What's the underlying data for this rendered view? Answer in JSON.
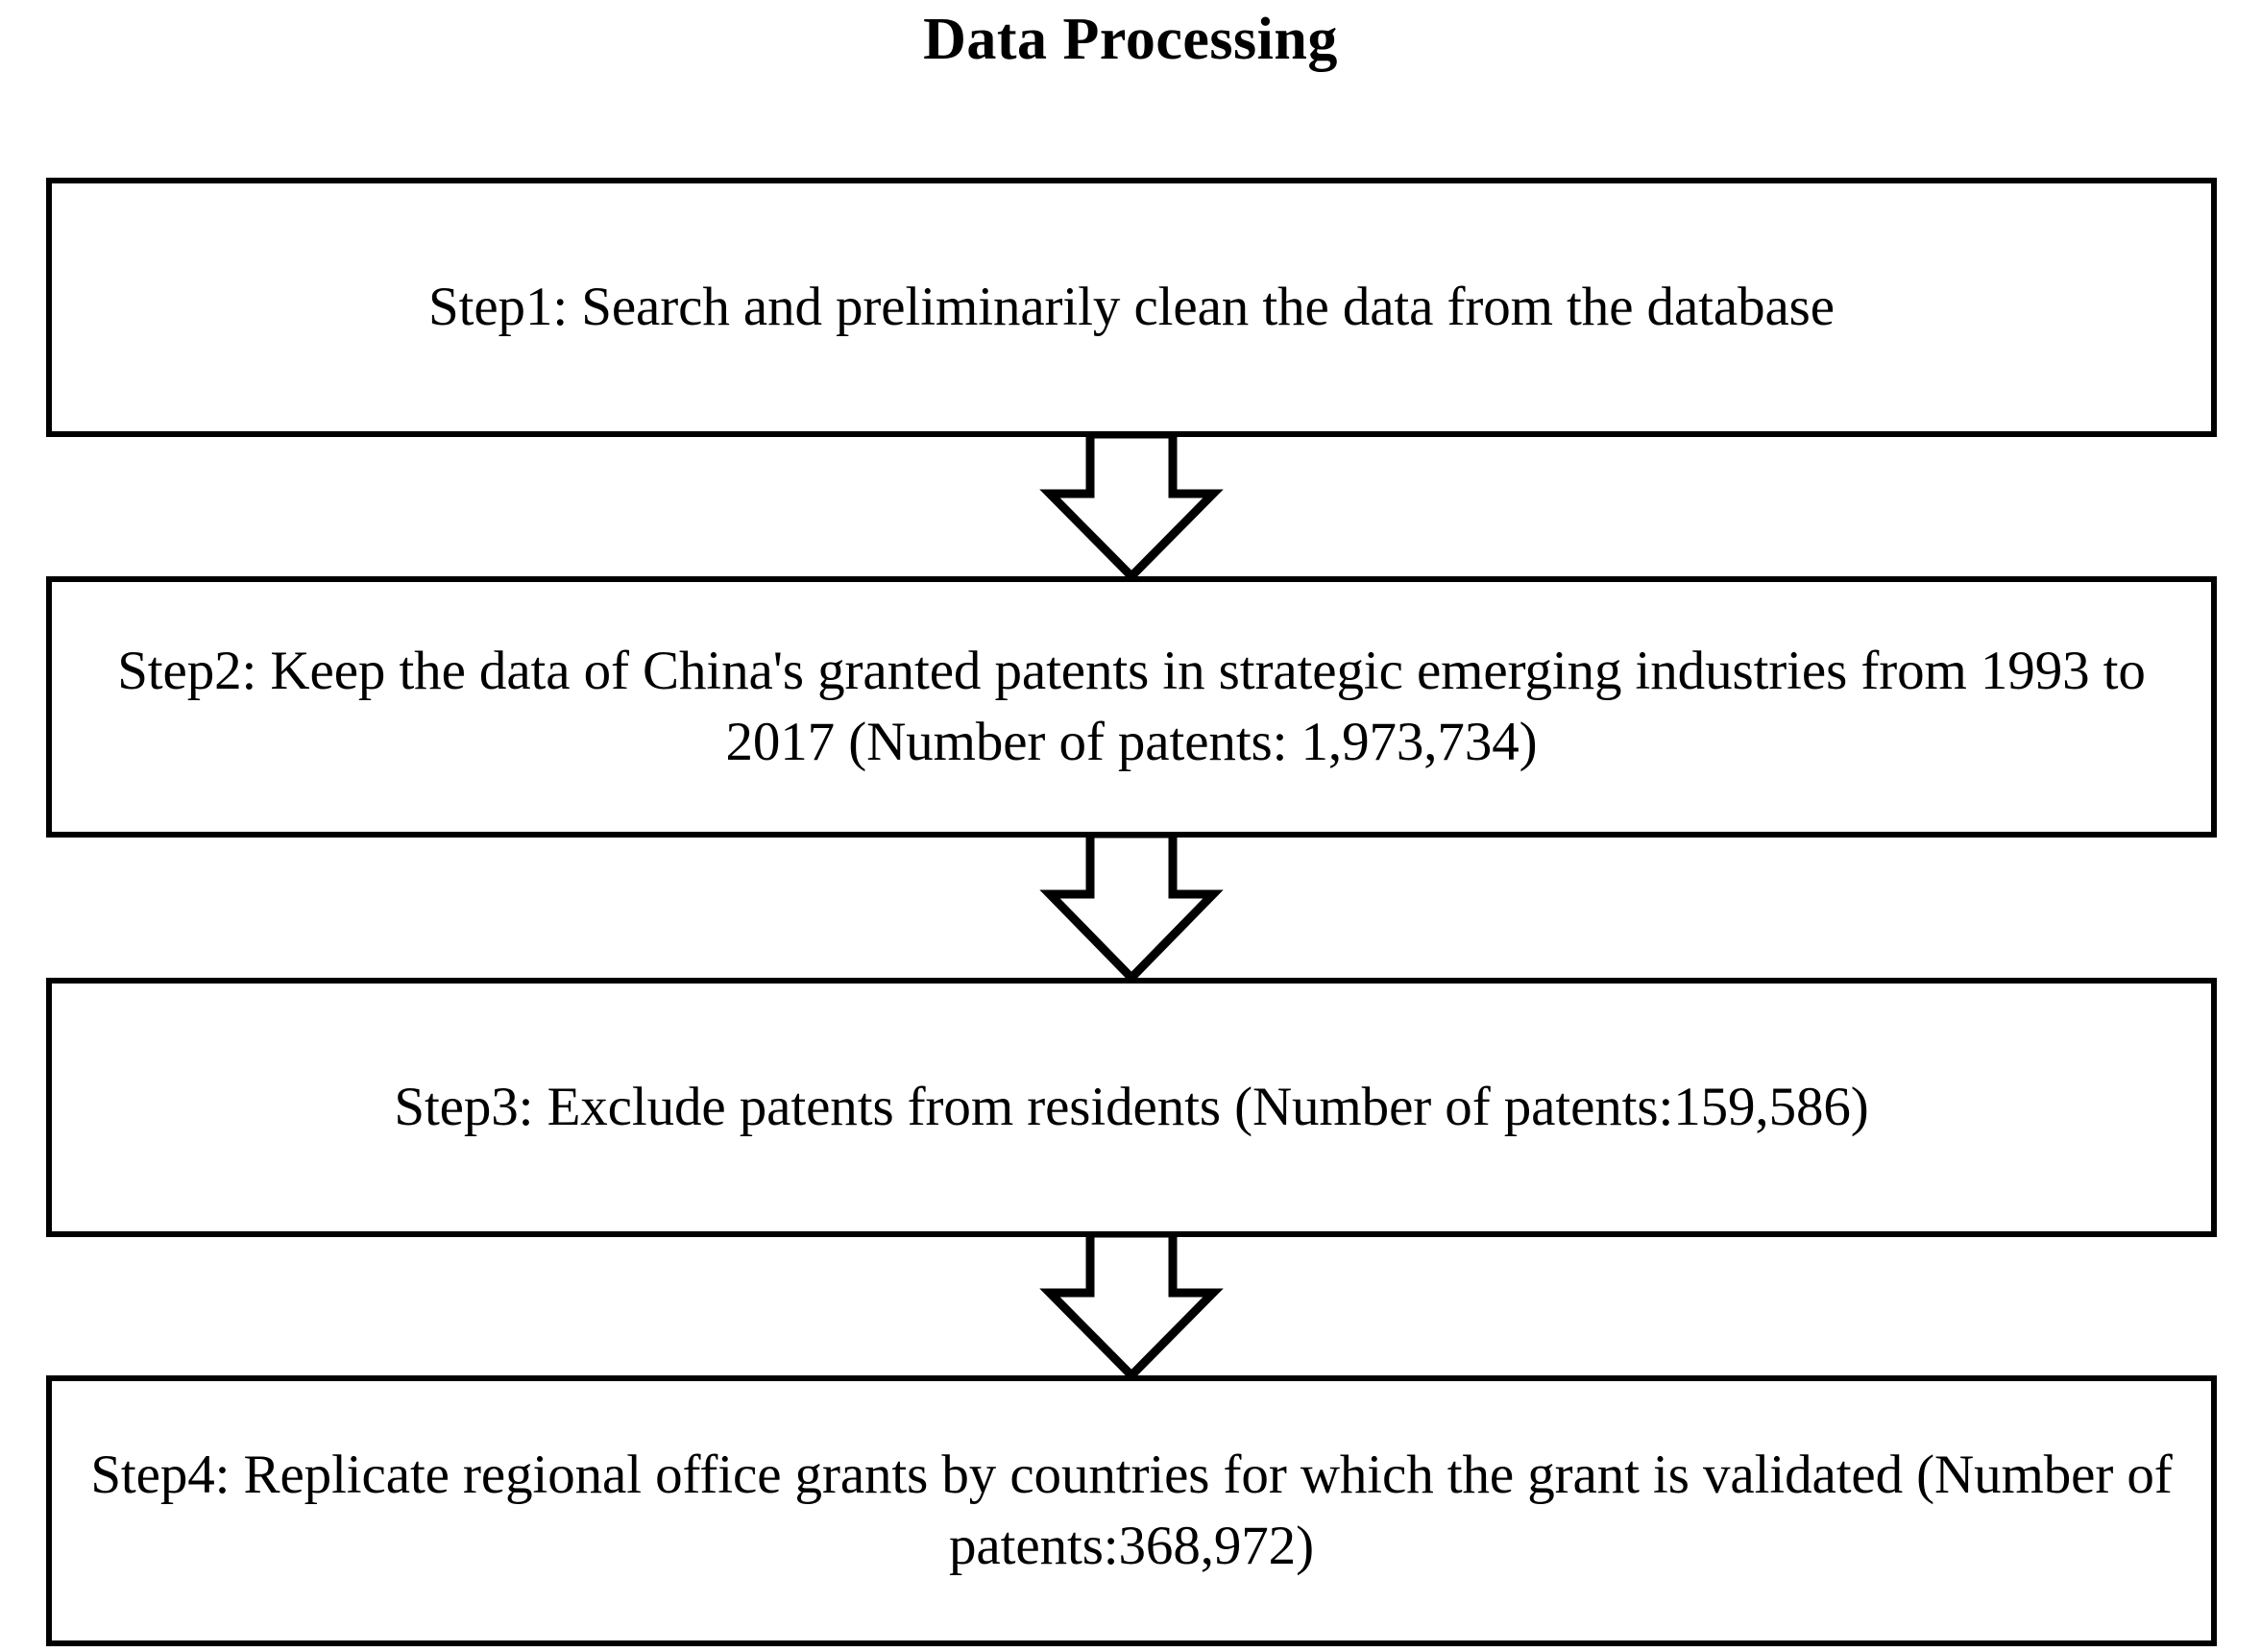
{
  "figure": {
    "title": "Data Processing",
    "background_color": "#FFFFFF",
    "line_color": "#000000"
  },
  "flowchart": {
    "orientation": "vertical-top-to-bottom",
    "connector_type": "hollow-block-down-arrow",
    "steps": [
      {
        "id": "step-1",
        "label": "Step1: Search and preliminarily clean the data from the database"
      },
      {
        "id": "step-2",
        "label": "Step2: Keep the data of China's granted patents in strategic emerging industries from 1993 to 2017 (Number of patents: 1,973,734)"
      },
      {
        "id": "step-3",
        "label": "Step3: Exclude patents from residents (Number of patents:159,586)"
      },
      {
        "id": "step-4",
        "label": "Step4: Replicate regional office grants by countries for which the grant is validated (Number of patents:368,972)"
      }
    ],
    "arrows": [
      {
        "id": "arrow-1",
        "from": "step-1",
        "to": "step-2",
        "icon": "down-arrow-icon"
      },
      {
        "id": "arrow-2",
        "from": "step-2",
        "to": "step-3",
        "icon": "down-arrow-icon"
      },
      {
        "id": "arrow-3",
        "from": "step-3",
        "to": "step-4",
        "icon": "down-arrow-icon"
      }
    ]
  },
  "chart_data": {
    "type": "table",
    "title": "Data Processing",
    "categories": [
      "Step1",
      "Step2",
      "Step3",
      "Step4"
    ],
    "values": [
      null,
      1973734,
      159586,
      368972
    ],
    "ylabel": "Number of patents",
    "annotations": [
      "Step1: Search and preliminarily clean the data from the database",
      "Step2: Keep the data of China's granted patents in strategic emerging industries from 1993 to 2017 (Number of patents: 1,973,734)",
      "Step3: Exclude patents from residents (Number of patents:159,586)",
      "Step4: Replicate regional office grants by countries for which the grant is validated (Number of patents:368,972)"
    ]
  }
}
